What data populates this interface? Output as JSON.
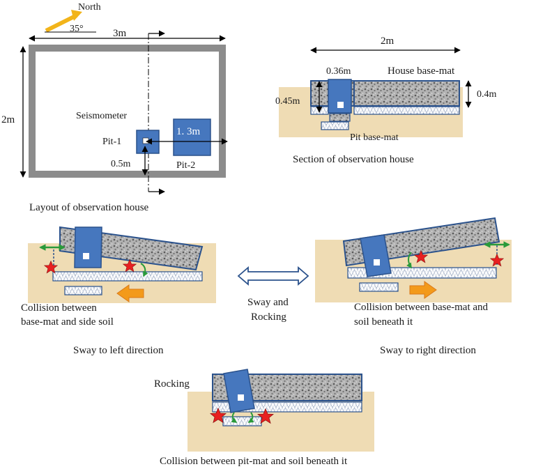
{
  "colors": {
    "soil": "#efdcb4",
    "soil_edge": "#e3cc9a",
    "pit_blue": "#4677be",
    "outline_blue": "#2b528c",
    "house_gray": "#8a8a8a",
    "star_red": "#e82020",
    "arrow_green": "#2a9a3a",
    "arrow_orange": "#f39a1a",
    "north_arrow": "#f2b41a"
  },
  "icons": {
    "star": "collision-star-icon",
    "double_arrow_green": "green-double-arrow-icon",
    "orange_arrow": "orange-direction-arrow-icon",
    "north": "north-arrow-icon",
    "sway_rocking": "double-headed-arrow-icon"
  },
  "layout_panel": {
    "north_label": "North",
    "angle_label": "35°",
    "width_label": "3m",
    "height_label": "2m",
    "seismometer_label": "Seismometer",
    "pit1_label": "Pit-1",
    "pit2_label": "Pit-2",
    "pit2_size_label": "1. 3m",
    "offset_label": "0.5m",
    "caption": "Layout of observation house"
  },
  "section_panel": {
    "width_label": "2m",
    "pit_width_label": "0.36m",
    "house_basemat_label": "House base-mat",
    "pit_depth_label": "0.45m",
    "basemat_thickness_label": "0.4m",
    "pit_basemat_label": "Pit base-mat",
    "caption": "Section of observation house"
  },
  "sway_left": {
    "collision_text_line1": "Collision between",
    "collision_text_line2": "base-mat and side soil",
    "caption": "Sway to left direction"
  },
  "center": {
    "label_line1": "Sway and",
    "label_line2": "Rocking"
  },
  "sway_right": {
    "collision_text_line1": "Collision between base-mat and",
    "collision_text_line2": "soil beneath it",
    "caption": "Sway to right direction"
  },
  "rocking": {
    "label": "Rocking",
    "caption": "Collision between pit-mat and soil beneath it"
  }
}
